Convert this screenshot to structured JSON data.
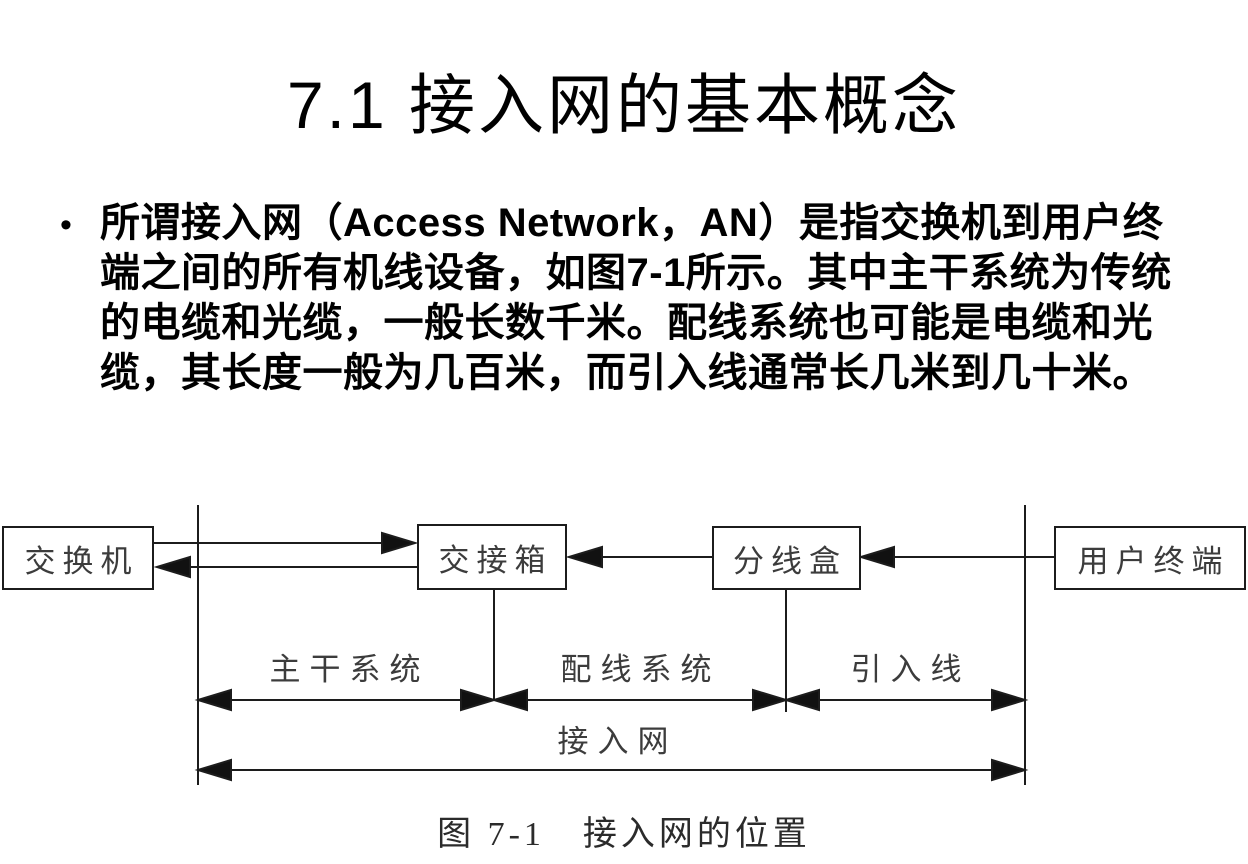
{
  "slide": {
    "title": "7.1 接入网的基本概念",
    "bullet_marker": "•",
    "paragraph": "所谓接入网（Access Network，AN）是指交换机到用户终端之间的所有机线设备，如图7-1所示。其中主干系统为传统的电缆和光缆，一般长数千米。配线系统也可能是电缆和光缆，其长度一般为几百米，而引入线通常长几米到几十米。"
  },
  "figure": {
    "nodes": [
      {
        "id": "switch",
        "label": "交换机"
      },
      {
        "id": "crossbox",
        "label": "交接箱"
      },
      {
        "id": "splitbox",
        "label": "分线盒"
      },
      {
        "id": "terminal",
        "label": "用户终端"
      }
    ],
    "segments": [
      {
        "id": "trunk",
        "label": "主干系统"
      },
      {
        "id": "distribution",
        "label": "配线系统"
      },
      {
        "id": "drop",
        "label": "引入线"
      }
    ],
    "overall_label": "接入网",
    "caption": "图 7-1　接入网的位置"
  },
  "colors": {
    "background": "#ffffff",
    "text": "#000000",
    "diagram_line": "#1c1c1c",
    "diagram_text": "#3c3c3c"
  }
}
